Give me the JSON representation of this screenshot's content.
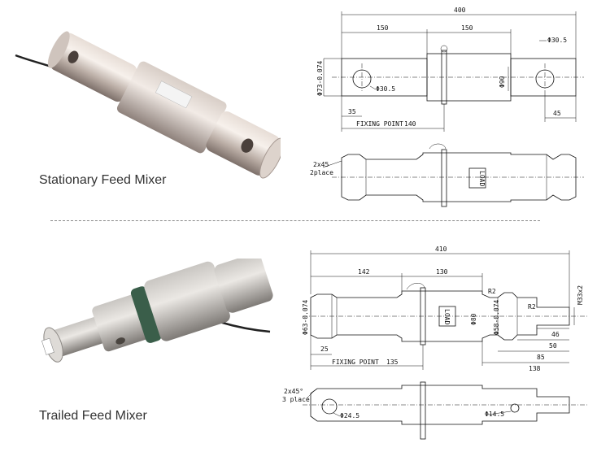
{
  "captions": {
    "top": "Stationary Feed Mixer",
    "bottom": "Trailed Feed Mixer"
  },
  "top_drawing": {
    "overall": "400",
    "left_span": "150",
    "right_span": "150",
    "right_hole": "Φ30.5",
    "left_hole": "Φ30.5",
    "body_dia": "Φ73-0.074",
    "mid_dia": "Φ90",
    "left_end": "35",
    "right_end": "45",
    "fixing_point_label": "FIXING POINT",
    "fixing_point_value": "140",
    "chamfer": "2x45",
    "chamfer_note": "2place",
    "direction_mark": "LOAD"
  },
  "bottom_drawing": {
    "overall": "410",
    "left_span": "142",
    "mid_span": "130",
    "body_dia": "Φ63-0.074",
    "mid_dia": "Φ80",
    "step_dia": "Φ58-0.074",
    "radius_a": "R2",
    "radius_b": "R2",
    "thread": "M33x2",
    "left_end": "25",
    "fixing_point_label": "FIXING POINT",
    "fixing_point_value": "135",
    "dim_46": "46",
    "dim_50": "50",
    "dim_85": "85",
    "dim_138": "138",
    "chamfer": "2x45°",
    "chamfer_note": "3 place",
    "left_hole": "Φ24.5",
    "right_hole": "Φ14.5",
    "direction_mark": "LOAD"
  }
}
